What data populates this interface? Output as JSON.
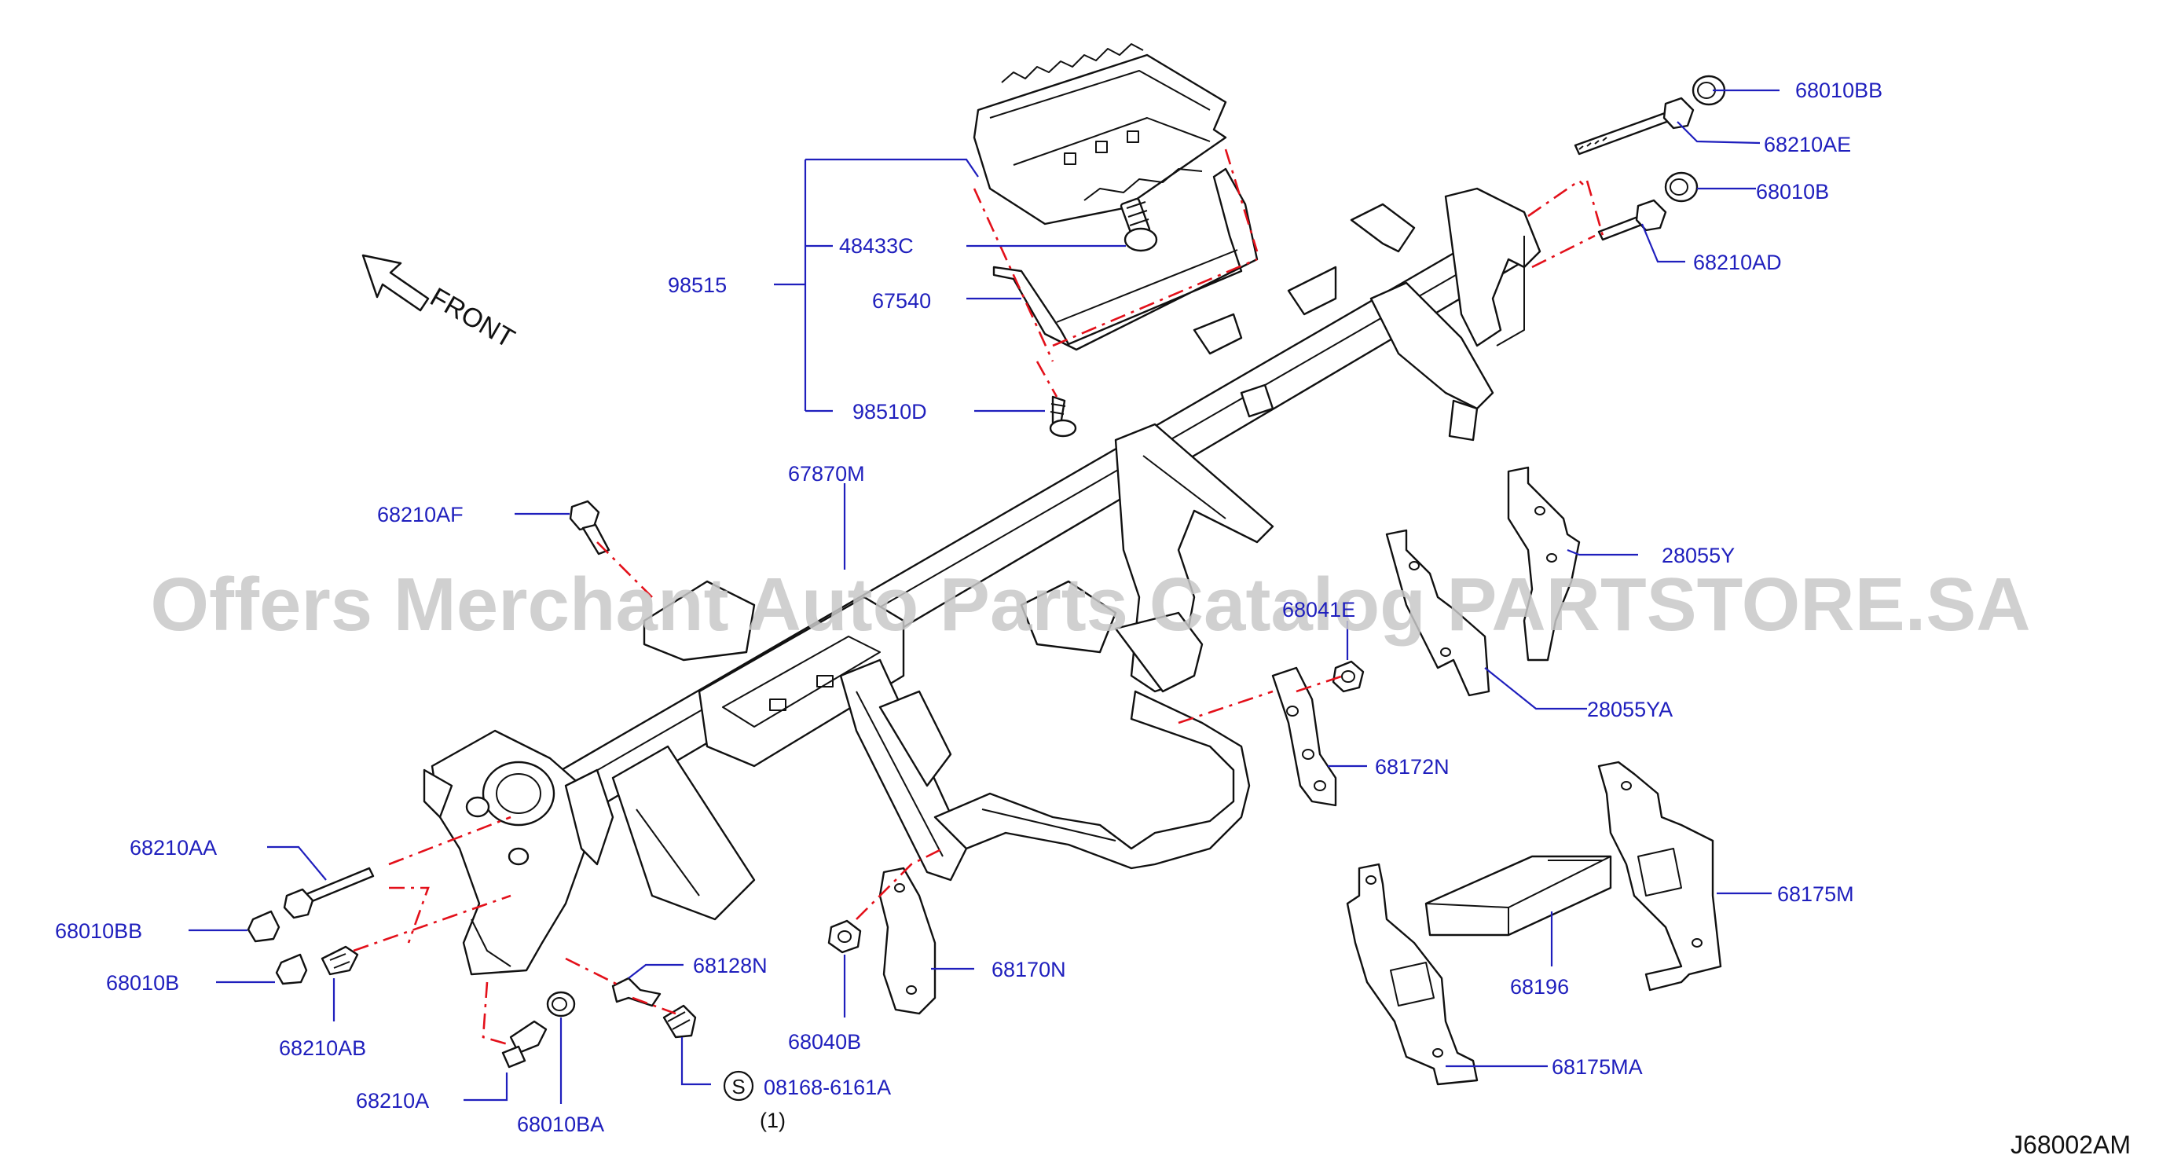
{
  "front_label": "FRONT",
  "watermark": "Offers Merchant Auto Parts Catalog PARTSTORE.SA",
  "diagram_code": "J68002AM",
  "labels": {
    "p68010BB_top": "68010BB",
    "p68210AE": "68210AE",
    "p68010B_top": "68010B",
    "p68210AD": "68210AD",
    "p98515": "98515",
    "p48433C": "48433C",
    "p67540": "67540",
    "p98510D": "98510D",
    "p67870M": "67870M",
    "p68210AF": "68210AF",
    "p28055Y": "28055Y",
    "p68041E": "68041E",
    "p28055YA": "28055YA",
    "p68172N": "68172N",
    "p68210AA": "68210AA",
    "p68010BB_left": "68010BB",
    "p68010B_left": "68010B",
    "p68210AB": "68210AB",
    "p68128N": "68128N",
    "p68170N": "68170N",
    "p68175M": "68175M",
    "p68196": "68196",
    "p68040B": "68040B",
    "p68175MA": "68175MA",
    "p68210A": "68210A",
    "p68010BA": "68010BA",
    "p08168": "08168-6161A",
    "p08168_qty": "(1)",
    "s_symbol": "S"
  },
  "colors": {
    "label": "#1f1fbd",
    "dashed_connector": "#e3101a",
    "line_art": "#111111",
    "watermark": "#c8c8c8"
  }
}
